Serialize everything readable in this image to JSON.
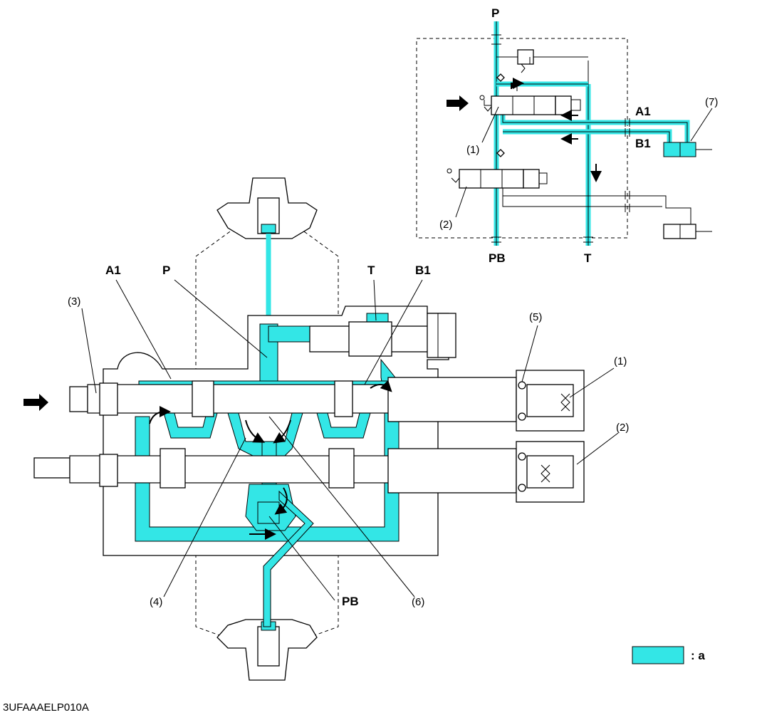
{
  "colors": {
    "oil": "#33e6e6",
    "outline": "#000000",
    "background": "#ffffff"
  },
  "schematic": {
    "port_p": "P",
    "port_pb": "PB",
    "port_t": "T",
    "port_a1": "A1",
    "port_b1": "B1",
    "callout_1": "(1)",
    "callout_2": "(2)",
    "callout_7": "(7)"
  },
  "section": {
    "label_a1": "A1",
    "label_p": "P",
    "label_t": "T",
    "label_b1": "B1",
    "label_pb": "PB",
    "callout_1": "(1)",
    "callout_2": "(2)",
    "callout_3": "(3)",
    "callout_4": "(4)",
    "callout_5": "(5)",
    "callout_6": "(6)"
  },
  "legend": {
    "label": ": a"
  },
  "figure_code": "3UFAAAELP010A"
}
